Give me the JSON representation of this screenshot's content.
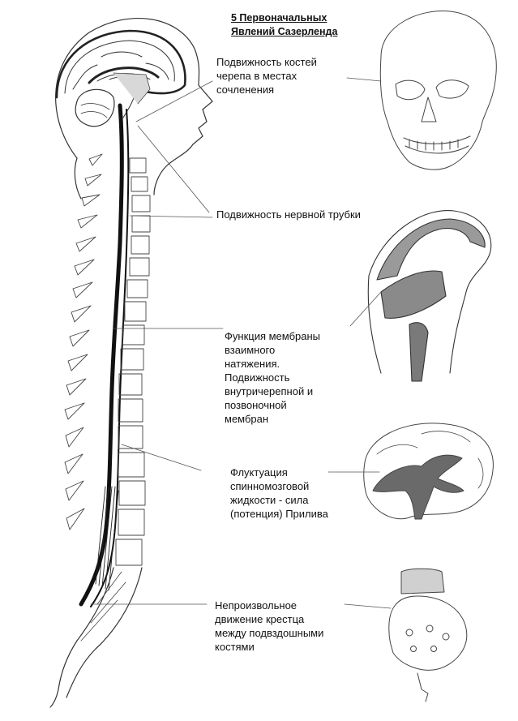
{
  "title": "5 Первоначальных\nЯвлений Сазерленда",
  "labels": {
    "bones": "Подвижность костей\nчерепа в местах\nсочленения",
    "neural_tube": "Подвижность нервной трубки",
    "membrane": "Функция мембраны\nвзаимного\nнатяжения.\nПодвижность\nвнутричерепной и\nпозвоночной\nмембран",
    "csf": "Флуктуация\nспинномозговой\nжидкости - сила\n(потенция) Прилива",
    "sacrum": "Непроизвольное\nдвижение крестца\nмежду подвздошными\nкостями"
  },
  "colors": {
    "line": "#222222",
    "membrane_fill": "#8a8a8a",
    "ventricle_fill": "#6a6a6a",
    "light_fill": "#d0d0d0"
  }
}
